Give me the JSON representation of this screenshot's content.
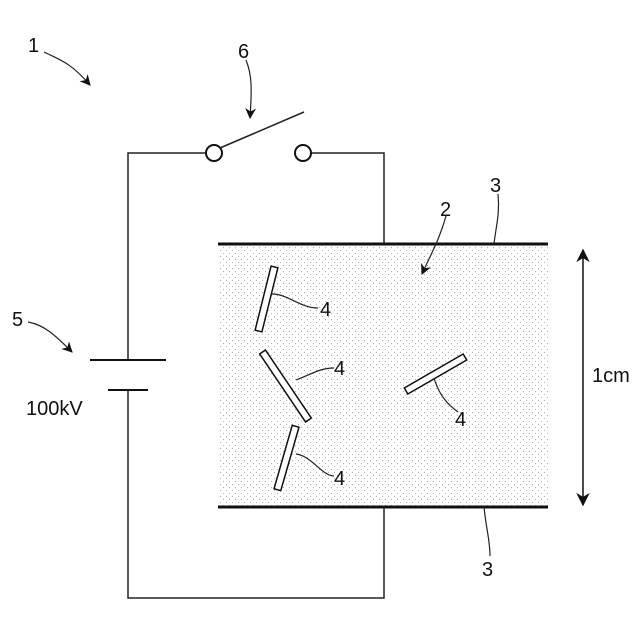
{
  "labels": {
    "apparatus": "1",
    "medium": "2",
    "electrode_top": "3",
    "electrode_bottom": "3",
    "particle_a": "4",
    "particle_b": "4",
    "particle_c": "4",
    "particle_d": "4",
    "power_source": "5",
    "switch": "6"
  },
  "voltage_label": "100kV",
  "gap_label": "1cm",
  "colors": {
    "line": "#222222",
    "medium_dots": "#9a9a9a",
    "background": "#ffffff"
  }
}
